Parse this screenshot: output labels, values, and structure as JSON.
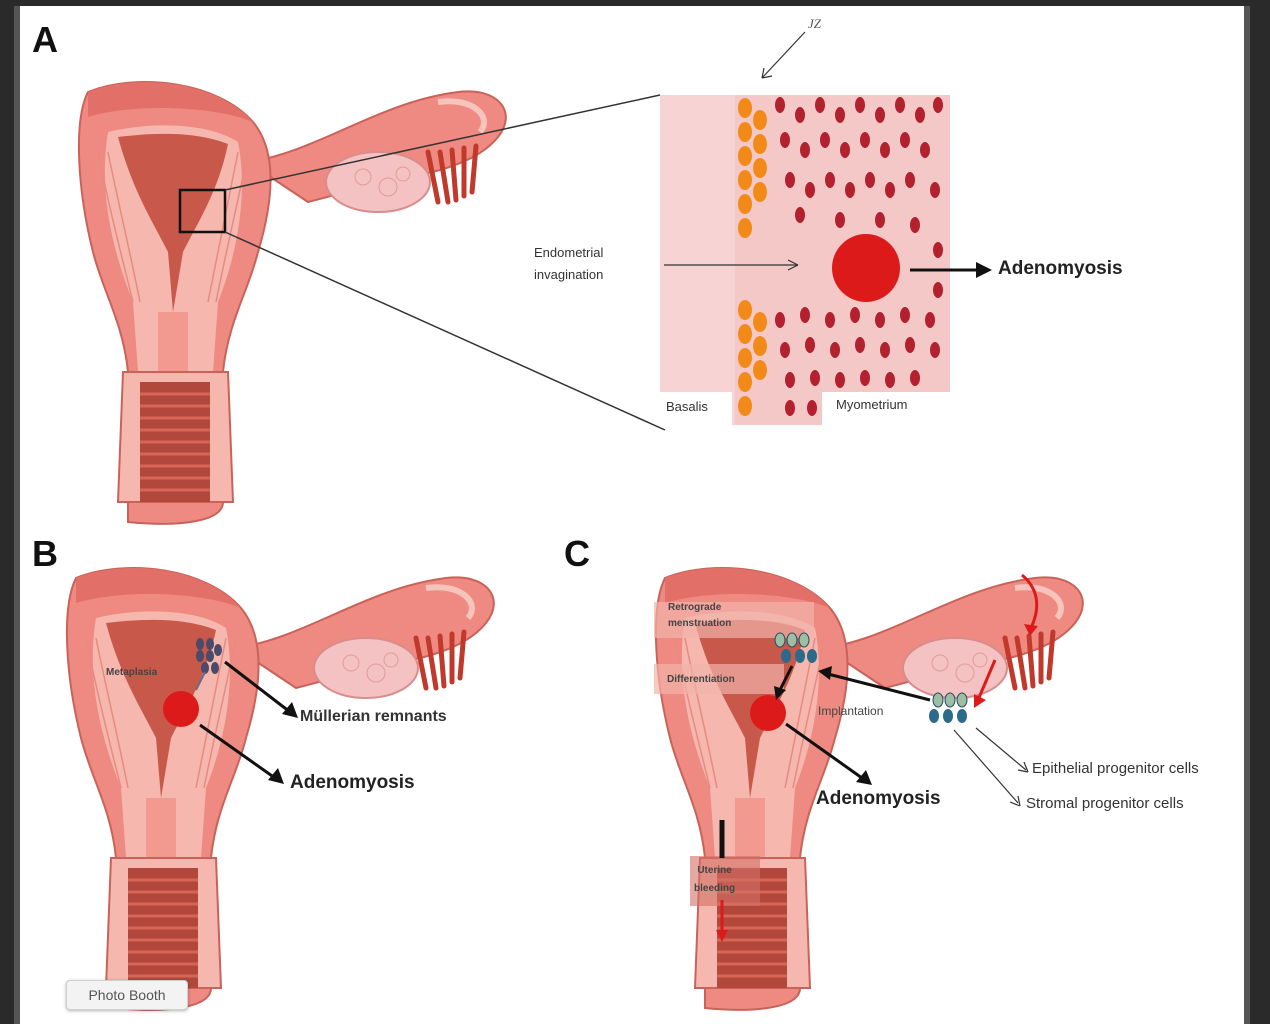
{
  "panels": {
    "a": {
      "letter": "A",
      "jz_label": "JZ",
      "invagination_label_line1": "Endometrial",
      "invagination_label_line2": "invagination",
      "outcome_label": "Adenomyosis",
      "basalis_label": "Basalis",
      "myometrium_label": "Myometrium"
    },
    "b": {
      "letter": "B",
      "metaplasia_label": "Metaplasia",
      "remnants_label": "Müllerian remnants",
      "outcome_label": "Adenomyosis"
    },
    "c": {
      "letter": "C",
      "retrograde_line1": "Retrograde",
      "retrograde_line2": "menstruation",
      "differentiation_label": "Differentiation",
      "implantation_label": "Implantation",
      "epithelial_label": "Epithelial progenitor cells",
      "stromal_label": "Stromal progenitor cells",
      "outcome_label": "Adenomyosis",
      "bleeding_line1": "Uterine",
      "bleeding_line2": "bleeding"
    }
  },
  "overlay": {
    "photo_booth_label": "Photo Booth"
  },
  "colors": {
    "uterus_outer": "#ee8a82",
    "uterus_light": "#f6b7ae",
    "uterus_dark": "#b2483c",
    "cavity": "#c8584a",
    "lesion": "#dd1a1a",
    "zoom_bg": "#f5c8c8",
    "basalis_cells": "#f28a1a",
    "myometrium_cells": "#b3202e"
  }
}
